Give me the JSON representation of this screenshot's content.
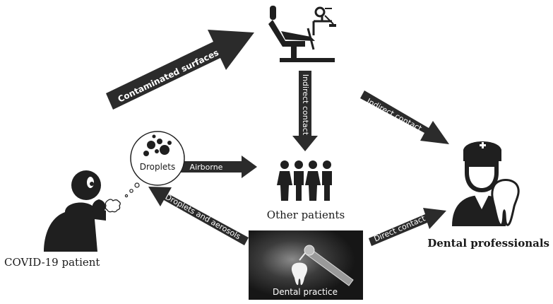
{
  "nodes": {
    "covid_patient": "COVID-19 patient",
    "other_patients": "Other patients",
    "dental_professionals": "Dental professionals",
    "droplets_bubble": "Droplets",
    "dental_practice": "Dental practice"
  },
  "arrows": {
    "contaminated_surfaces": "Contaminated surfaces",
    "indirect_contact_vertical": "Indirect contact",
    "indirect_contact_diagonal": "Indirect contact",
    "airborne": "Airborne",
    "droplets_and_aerosols": "Droplets and aerosols",
    "direct_contact": "Direct contact"
  },
  "colors": {
    "arrow": "#2b2b2b",
    "icon": "#1f1f1f",
    "photo_bg": "#1c1c1c"
  },
  "icons": [
    "dental-chair-icon",
    "coughing-person-icon",
    "group-of-people-icon",
    "dentist-icon",
    "tooth-icon",
    "dental-handpiece-icon"
  ]
}
